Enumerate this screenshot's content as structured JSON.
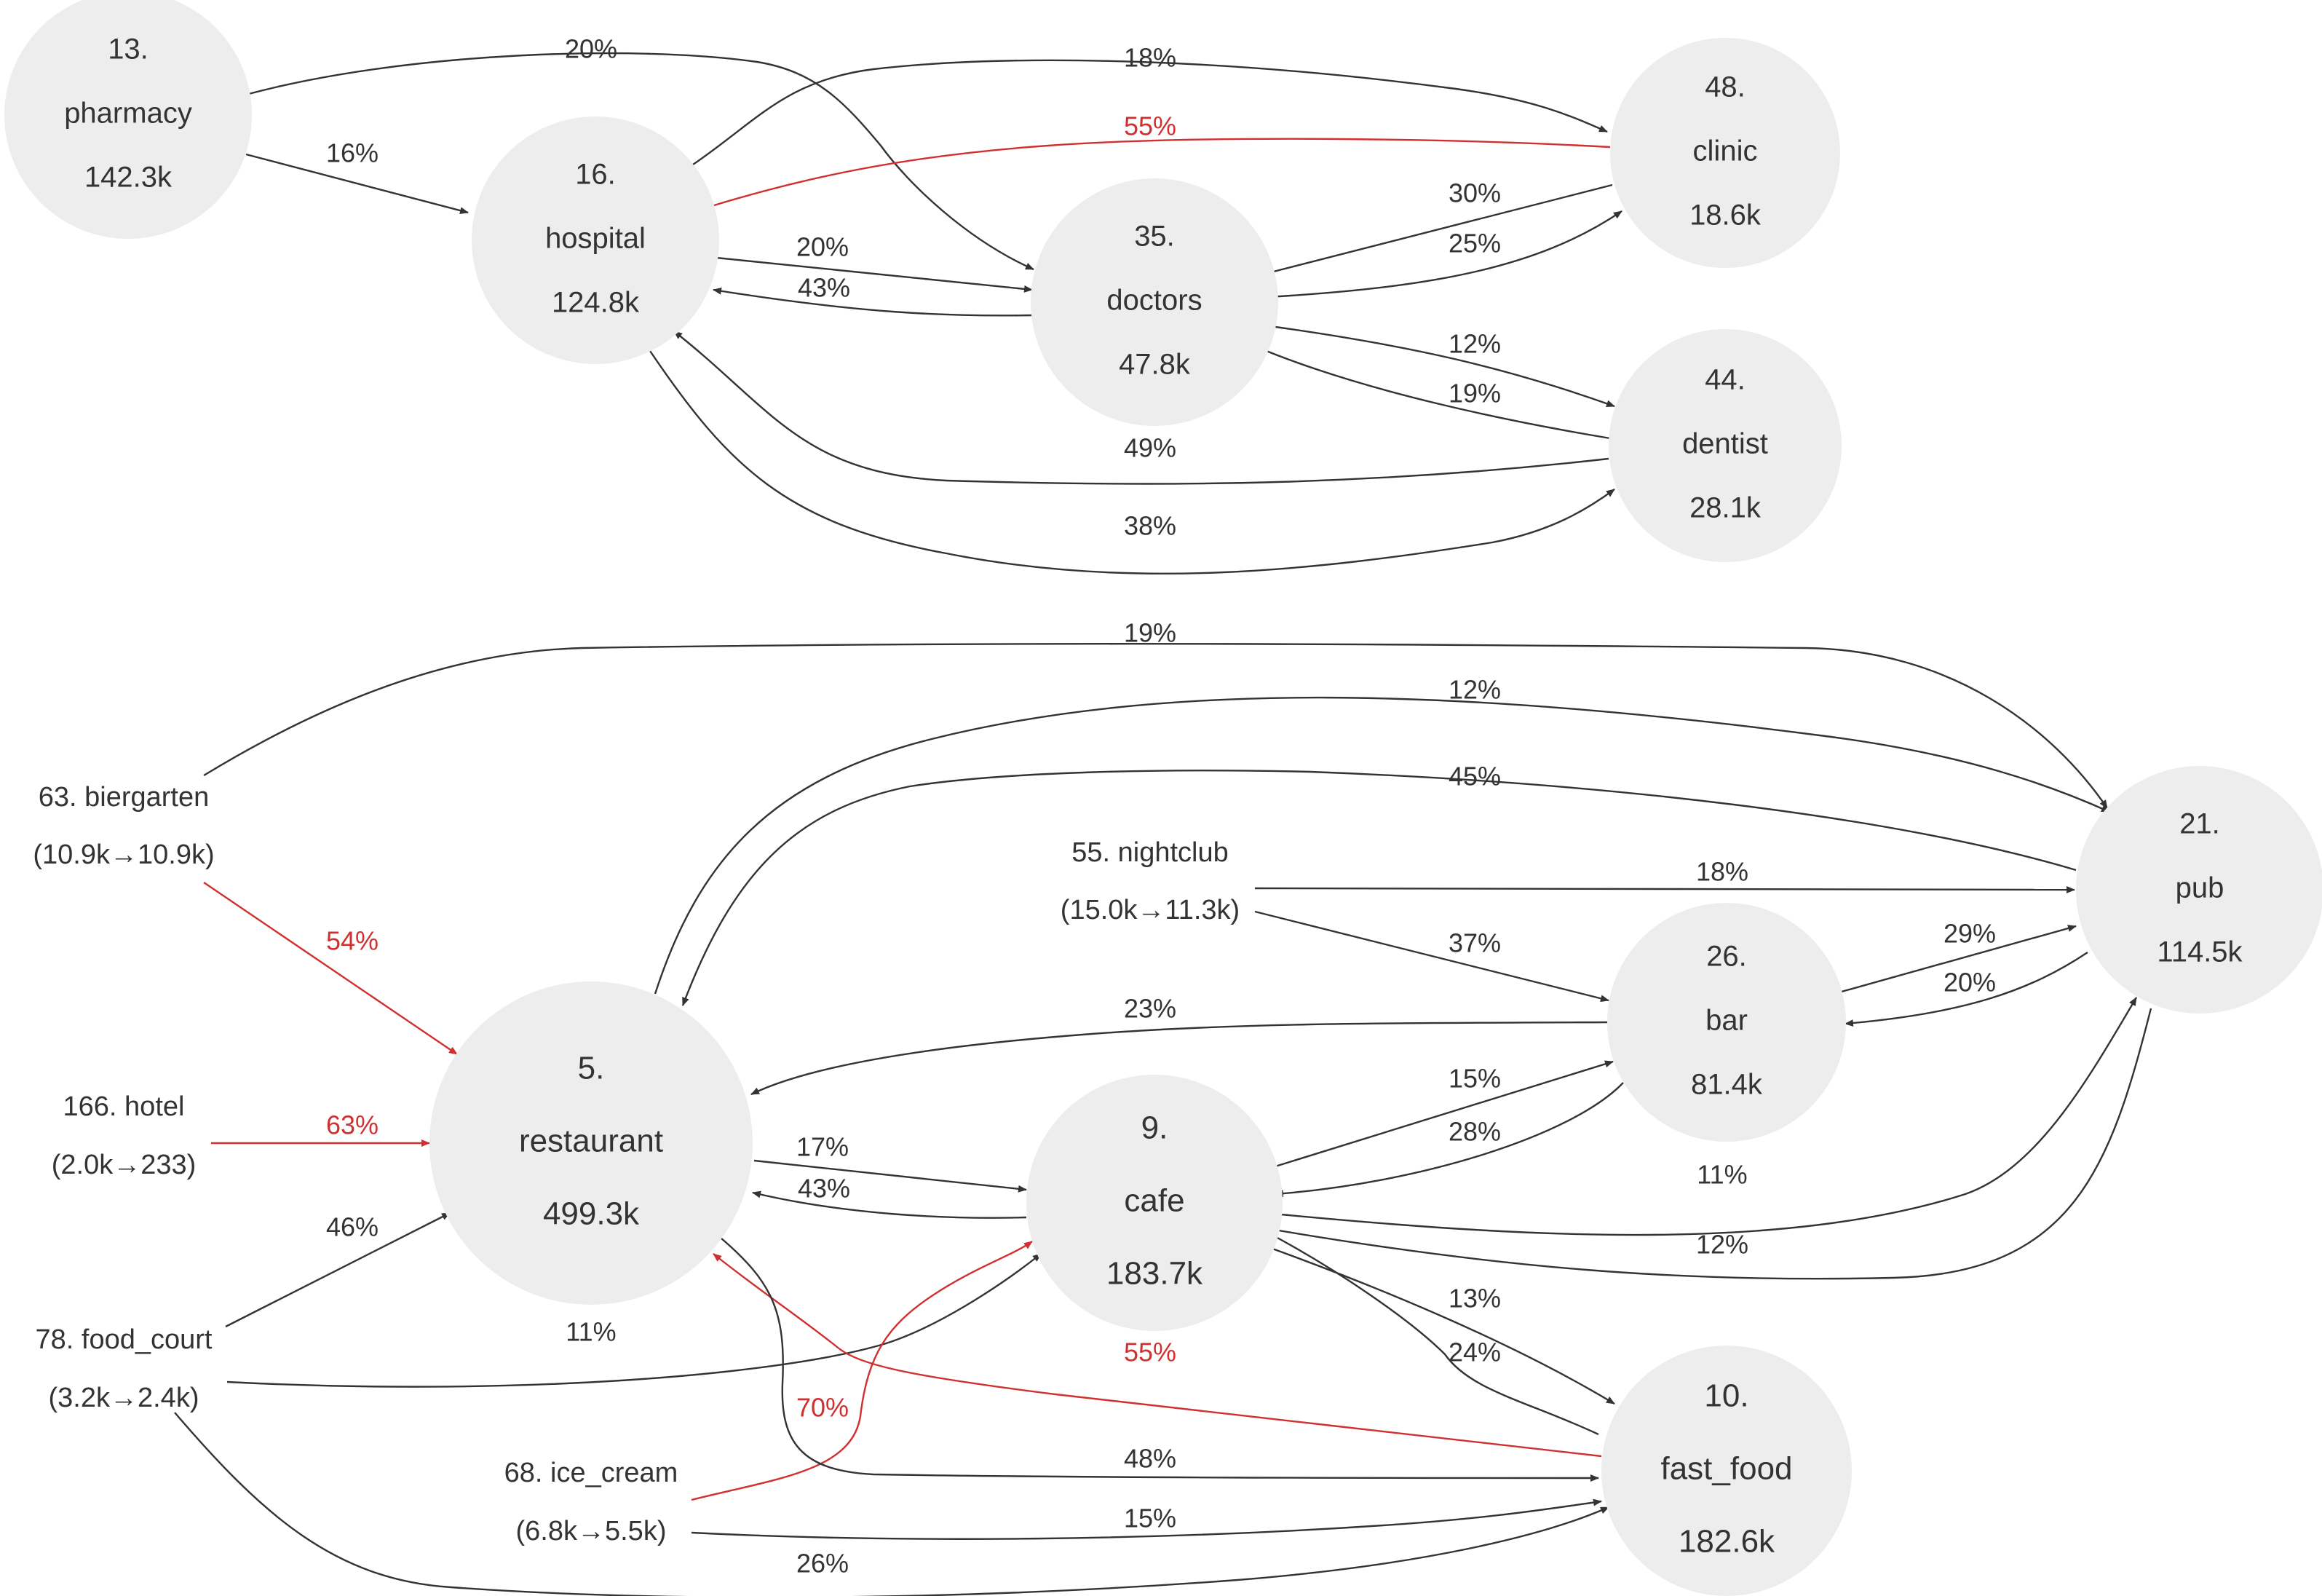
{
  "colors": {
    "normal": "#333333",
    "highlight": "#d03030",
    "node_fill": "#ededed"
  },
  "nodes": [
    {
      "id": "pharmacy",
      "rank": "13.",
      "name": "pharmacy",
      "value": "142.3k"
    },
    {
      "id": "hospital",
      "rank": "16.",
      "name": "hospital",
      "value": "124.8k"
    },
    {
      "id": "doctors",
      "rank": "35.",
      "name": "doctors",
      "value": "47.8k"
    },
    {
      "id": "clinic",
      "rank": "48.",
      "name": "clinic",
      "value": "18.6k"
    },
    {
      "id": "dentist",
      "rank": "44.",
      "name": "dentist",
      "value": "28.1k"
    },
    {
      "id": "restaurant",
      "rank": "5.",
      "name": "restaurant",
      "value": "499.3k"
    },
    {
      "id": "cafe",
      "rank": "9.",
      "name": "cafe",
      "value": "183.7k"
    },
    {
      "id": "bar",
      "rank": "26.",
      "name": "bar",
      "value": "81.4k"
    },
    {
      "id": "pub",
      "rank": "21.",
      "name": "pub",
      "value": "114.5k"
    },
    {
      "id": "fast_food",
      "rank": "10.",
      "name": "fast_food",
      "value": "182.6k"
    }
  ],
  "sources": [
    {
      "id": "biergarten",
      "line1": "63. biergarten",
      "line2": "(10.9k→10.9k)"
    },
    {
      "id": "nightclub",
      "line1": "55. nightclub",
      "line2": "(15.0k→11.3k)"
    },
    {
      "id": "hotel",
      "line1": "166. hotel",
      "line2": "(2.0k→233)"
    },
    {
      "id": "food_court",
      "line1": "78. food_court",
      "line2": "(3.2k→2.4k)"
    },
    {
      "id": "ice_cream",
      "line1": "68. ice_cream",
      "line2": "(6.8k→5.5k)"
    }
  ],
  "edges": [
    {
      "id": "pharmacy-doctors",
      "label": "20%",
      "highlight": false
    },
    {
      "id": "pharmacy-hospital",
      "label": "16%",
      "highlight": false
    },
    {
      "id": "hospital-clinic",
      "label": "18%",
      "highlight": false
    },
    {
      "id": "clinic-hospital",
      "label": "55%",
      "highlight": true
    },
    {
      "id": "hospital-doctors",
      "label": "20%",
      "highlight": false
    },
    {
      "id": "doctors-hospital",
      "label": "43%",
      "highlight": false
    },
    {
      "id": "clinic-doctors",
      "label": "30%",
      "highlight": false
    },
    {
      "id": "doctors-clinic",
      "label": "25%",
      "highlight": false
    },
    {
      "id": "doctors-dentist",
      "label": "12%",
      "highlight": false
    },
    {
      "id": "dentist-doctors",
      "label": "19%",
      "highlight": false
    },
    {
      "id": "dentist-hospital",
      "label": "49%",
      "highlight": false
    },
    {
      "id": "hospital-dentist",
      "label": "38%",
      "highlight": false
    },
    {
      "id": "biergarten-pub",
      "label": "19%",
      "highlight": false
    },
    {
      "id": "restaurant-pub",
      "label": "12%",
      "highlight": false
    },
    {
      "id": "pub-restaurant",
      "label": "45%",
      "highlight": false
    },
    {
      "id": "nightclub-pub",
      "label": "18%",
      "highlight": false
    },
    {
      "id": "nightclub-bar",
      "label": "37%",
      "highlight": false
    },
    {
      "id": "biergarten-restaurant",
      "label": "54%",
      "highlight": true
    },
    {
      "id": "bar-pub",
      "label": "29%",
      "highlight": false
    },
    {
      "id": "pub-bar",
      "label": "20%",
      "highlight": false
    },
    {
      "id": "bar-restaurant",
      "label": "23%",
      "highlight": false
    },
    {
      "id": "hotel-restaurant",
      "label": "63%",
      "highlight": true
    },
    {
      "id": "cafe-bar",
      "label": "15%",
      "highlight": false
    },
    {
      "id": "bar-cafe",
      "label": "28%",
      "highlight": false
    },
    {
      "id": "restaurant-cafe",
      "label": "17%",
      "highlight": false
    },
    {
      "id": "cafe-restaurant",
      "label": "43%",
      "highlight": false
    },
    {
      "id": "cafe-pub",
      "label": "11%",
      "highlight": false
    },
    {
      "id": "pub-cafe",
      "label": "12%",
      "highlight": false
    },
    {
      "id": "food_court-restaurant",
      "label": "46%",
      "highlight": false
    },
    {
      "id": "food_court-cafe",
      "label": "11%",
      "highlight": false
    },
    {
      "id": "cafe-fast_food",
      "label": "13%",
      "highlight": false
    },
    {
      "id": "fast_food-cafe",
      "label": "24%",
      "highlight": false
    },
    {
      "id": "fast_food-restaurant",
      "label": "55%",
      "highlight": true
    },
    {
      "id": "ice_cream-cafe",
      "label": "70%",
      "highlight": true
    },
    {
      "id": "restaurant-fast_food",
      "label": "48%",
      "highlight": false
    },
    {
      "id": "ice_cream-fast_food",
      "label": "15%",
      "highlight": false
    },
    {
      "id": "food_court-fast_food",
      "label": "26%",
      "highlight": false
    }
  ]
}
